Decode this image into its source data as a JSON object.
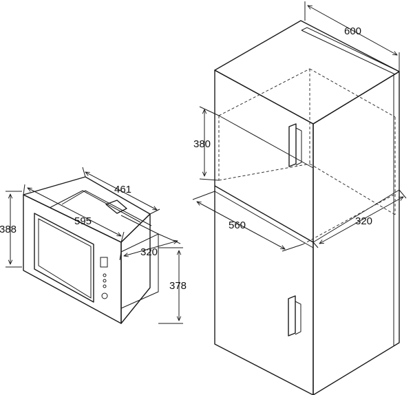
{
  "microwave": {
    "height_label": "388",
    "width_label": "595",
    "depth_label": "461"
  },
  "niche": {
    "depth_label": "320",
    "height_label": "378"
  },
  "cabinet": {
    "width_label": "600",
    "opening_height_label": "380",
    "opening_width_label": "560",
    "opening_depth_label": "320"
  },
  "colors": {
    "line": "#1a1a1a",
    "background": "#ffffff"
  }
}
